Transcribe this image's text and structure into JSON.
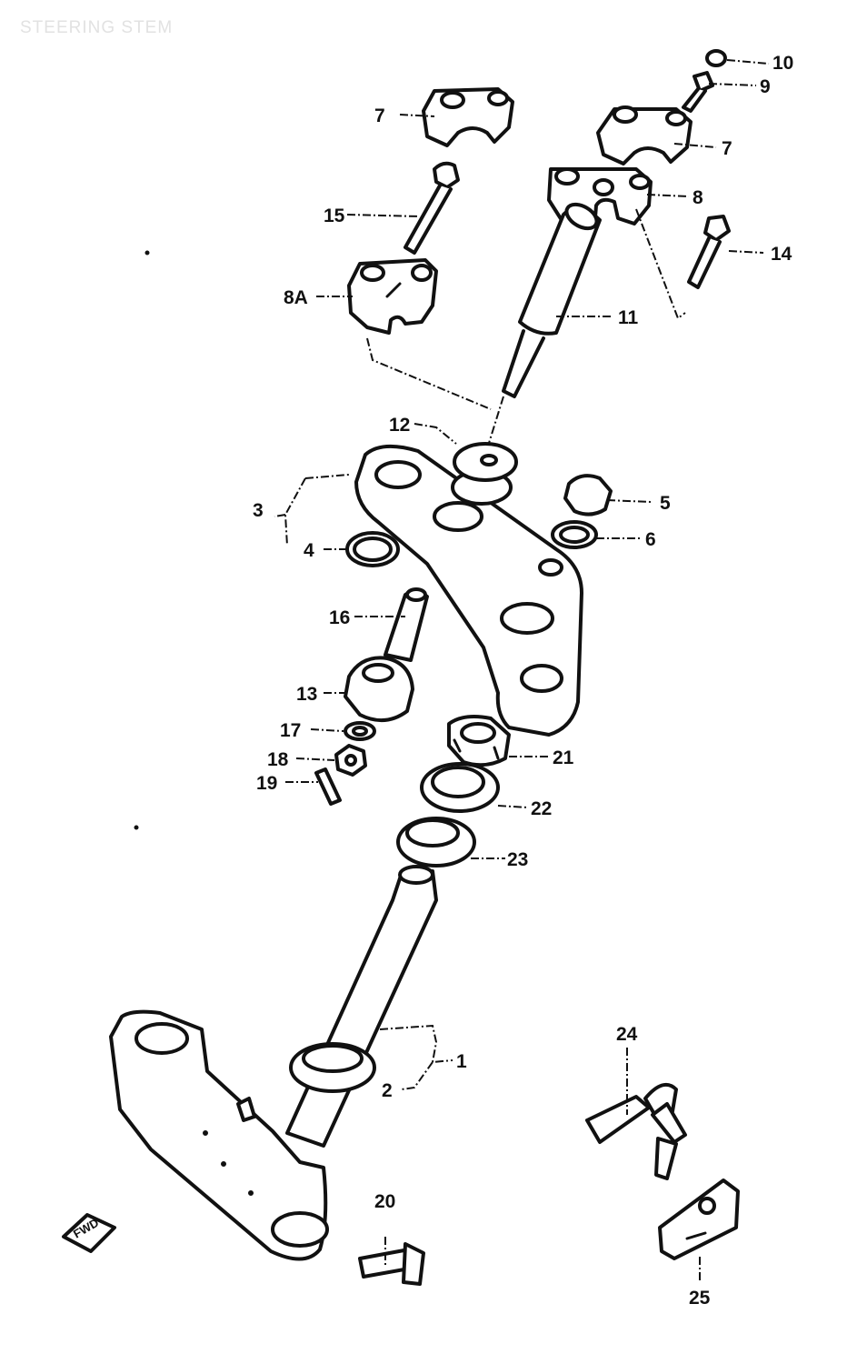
{
  "title": "STEERING STEM",
  "fwd_label": "FWD",
  "callouts": {
    "c1": "1",
    "c2": "2",
    "c3": "3",
    "c4": "4",
    "c5": "5",
    "c6": "6",
    "c7a": "7",
    "c7b": "7",
    "c8": "8",
    "c8a": "8A",
    "c9": "9",
    "c10": "10",
    "c11": "11",
    "c12": "12",
    "c13": "13",
    "c14": "14",
    "c15": "15",
    "c16": "16",
    "c17": "17",
    "c18": "18",
    "c19": "19",
    "c20": "20",
    "c21": "21",
    "c22": "22",
    "c23": "23",
    "c24": "24",
    "c25": "25"
  }
}
